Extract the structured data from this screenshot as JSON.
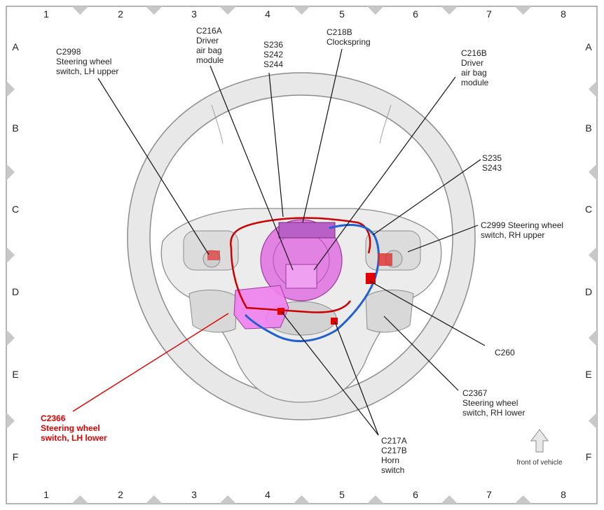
{
  "grid": {
    "columns": [
      "1",
      "2",
      "3",
      "4",
      "5",
      "6",
      "7",
      "8"
    ],
    "rows": [
      "A",
      "B",
      "C",
      "D",
      "E",
      "F"
    ]
  },
  "callouts": {
    "c2998": [
      "C2998",
      "Steering wheel",
      "switch, LH upper"
    ],
    "c216a": [
      "C216A",
      "Driver",
      "air bag",
      "module"
    ],
    "s236": [
      "S236",
      "S242",
      "S244"
    ],
    "c218b": [
      "C218B",
      "Clockspring"
    ],
    "c216b": [
      "C216B",
      "Driver",
      "air bag",
      "module"
    ],
    "s235": [
      "S235",
      "S243"
    ],
    "c2999": [
      "C2999 Steering wheel",
      "switch, RH upper"
    ],
    "c260": [
      "C260"
    ],
    "c2367": [
      "C2367",
      "Steering wheel",
      "switch, RH lower"
    ],
    "c217": [
      "C217A",
      "C217B",
      "Horn",
      "switch"
    ],
    "c2366": [
      "C2366",
      "Steering wheel",
      "switch, LH lower"
    ]
  },
  "front_label": "front of vehicle",
  "colors": {
    "highlight": "#e00000",
    "harness_red": "#cc0000",
    "harness_blue": "#2060d0",
    "airbag": "#e070e0",
    "wheel": "#e8e8e8",
    "wheel_stroke": "#8c8c8c"
  }
}
